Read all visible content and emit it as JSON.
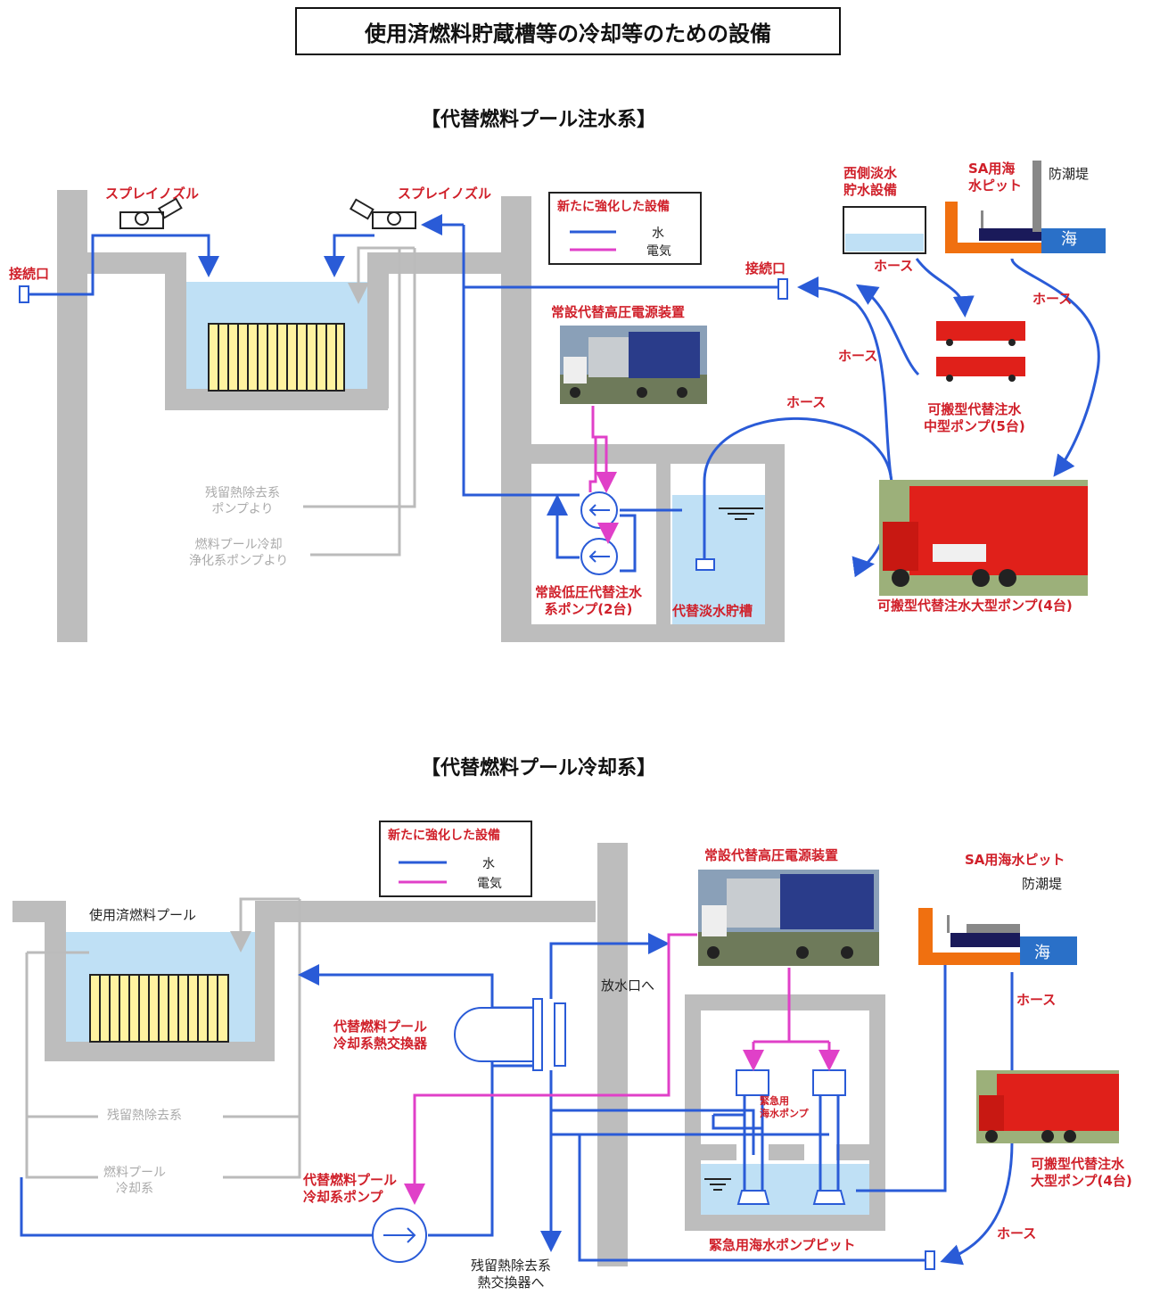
{
  "page_title": "使用済燃料貯蔵槽等の冷却等のための設備",
  "colors": {
    "water": "#2a5bd7",
    "power": "#e040c8",
    "label_red": "#d0202a",
    "wall": "#bdbdbd",
    "pool": "#bfe0f5",
    "fuel": "#fff3a0"
  },
  "top": {
    "heading": "【代替燃料プール注水系】",
    "legend": {
      "title": "新たに強化した設備",
      "water": "水",
      "power": "電気"
    },
    "spray_left": "スプレイノズル",
    "spray_right": "スプレイノズル",
    "conn_left": "接続口",
    "conn_right": "接続口",
    "west_tank": "西側淡水\n貯水設備",
    "sa_pit": "SA用海\n水ピット",
    "seawall": "防潮堤",
    "sea": "海",
    "hose1": "ホース",
    "hose2": "ホース",
    "hose3": "ホース",
    "hose4": "ホース",
    "hv_power": "常設代替高圧電源装置",
    "mid_pump": "可搬型代替注水\n中型ポンプ(5台)",
    "big_pump": "可搬型代替注水大型ポンプ(4台)",
    "lp_pump": "常設低圧代替注水\n系ポンプ(2台)",
    "fresh_tank": "代替淡水貯槽",
    "rhr_from": "残留熱除去系\nポンプより",
    "fpc_from": "燃料プール冷却\n浄化系ポンプより"
  },
  "bottom": {
    "heading": "【代替燃料プール冷却系】",
    "legend": {
      "title": "新たに強化した設備",
      "water": "水",
      "power": "電気"
    },
    "spent_pool": "使用済燃料プール",
    "hx": "代替燃料プール\n冷却系熱交換器",
    "hv_power": "常設代替高圧電源装置",
    "outfall": "放水口へ",
    "sa_pit": "SA用海水ピット",
    "seawall": "防潮堤",
    "sea": "海",
    "hose1": "ホース",
    "hose2": "ホース",
    "emergency_pump_small": "緊急用\n海水ポンプ",
    "big_pump": "可搬型代替注水\n大型ポンプ(4台)",
    "rhr": "残留熱除去系",
    "fpc": "燃料プール\n冷却系",
    "cool_pump": "代替燃料プール\n冷却系ポンプ",
    "pit": "緊急用海水ポンプピット",
    "rhr_hx": "残留熱除去系\n熱交換器へ"
  }
}
